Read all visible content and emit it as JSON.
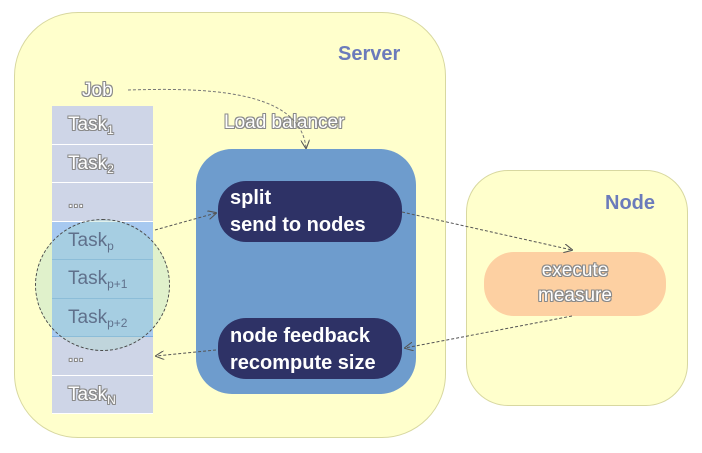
{
  "server": {
    "title": "Server"
  },
  "node": {
    "title": "Node"
  },
  "job": {
    "label": "Job"
  },
  "load_balancer": {
    "label": "Load balancer"
  },
  "tasks": [
    {
      "name": "Task",
      "sub": "1"
    },
    {
      "name": "Task",
      "sub": "2"
    },
    {
      "name": "...",
      "sub": ""
    },
    {
      "name": "Task",
      "sub": "p"
    },
    {
      "name": "Task",
      "sub": "p+1"
    },
    {
      "name": "Task",
      "sub": "p+2"
    },
    {
      "name": "...",
      "sub": ""
    },
    {
      "name": "Task",
      "sub": "N"
    }
  ],
  "split_box": {
    "line1": "split",
    "line2": "send to nodes"
  },
  "feedback_box": {
    "line1": "node feedback",
    "line2": "recompute size"
  },
  "execute_box": {
    "line1": "execute",
    "line2": "measure"
  },
  "colors": {
    "server_bg": "#ffffcc",
    "load_balancer_bg": "#6e9ccd",
    "pill_bg": "#2e3266",
    "execute_bg": "#fdd0a2",
    "task_bg": "#ced5e7",
    "task_highlight_bg": "#a7c9f0",
    "title_color": "#6b7bbb"
  }
}
